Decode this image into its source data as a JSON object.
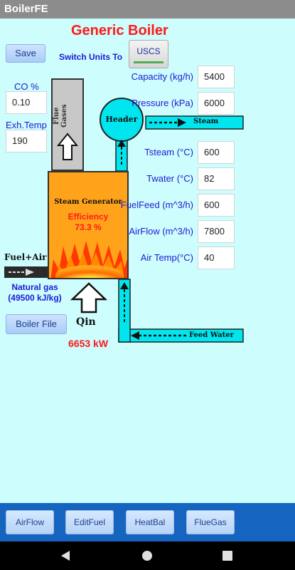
{
  "window": {
    "title": "BoilerFE"
  },
  "header": {
    "title": "Generic Boiler"
  },
  "toolbar": {
    "save_label": "Save",
    "switch_units_label": "Switch Units To",
    "units_button": "USCS"
  },
  "left_panel": {
    "co_label": "CO %",
    "co_value": "0.10",
    "exh_temp_label": "Exh.Temp",
    "exh_temp_value": "190"
  },
  "inputs": {
    "capacity_label": "Capacity (kg/h)",
    "capacity_value": "5400",
    "pressure_label": "Pressure (kPa)",
    "pressure_value": "6000",
    "tsteam_label": "Tsteam (°C)",
    "tsteam_value": "600",
    "twater_label": "Twater (°C)",
    "twater_value": "82",
    "fuelfeed_label": "FuelFeed (m^3/h)",
    "fuelfeed_value": "600",
    "airflow_label": "AirFlow (m^3/h)",
    "airflow_value": "7800",
    "airtemp_label": "Air Temp(°C)",
    "airtemp_value": "40"
  },
  "diagram": {
    "flue_gases": "Flue Gases",
    "header": "Header",
    "steam": "Steam",
    "steam_generator": "Steam Generator",
    "efficiency_label": "Efficiency",
    "efficiency_value": "73.3 %",
    "fuel_air": "Fuel+Air",
    "fuel_name": "Natural gas",
    "fuel_hv": "(49500 kJ/kg)",
    "qin_label": "Qin",
    "qin_value": "6653 kW",
    "feed_water": "Feed Water"
  },
  "boiler_file_button": "Boiler File",
  "bottom_nav": {
    "airflow": "AirFlow",
    "editfuel": "EditFuel",
    "heatbal": "HeatBal",
    "fluegas": "FlueGas"
  },
  "colors": {
    "background": "#cdfdfd",
    "pipe": "#00e5ee",
    "generator": "#ffa41a",
    "title_red": "#ff1a1a",
    "label_blue": "#1b1bd6",
    "bottom_bar": "#1565c0"
  }
}
